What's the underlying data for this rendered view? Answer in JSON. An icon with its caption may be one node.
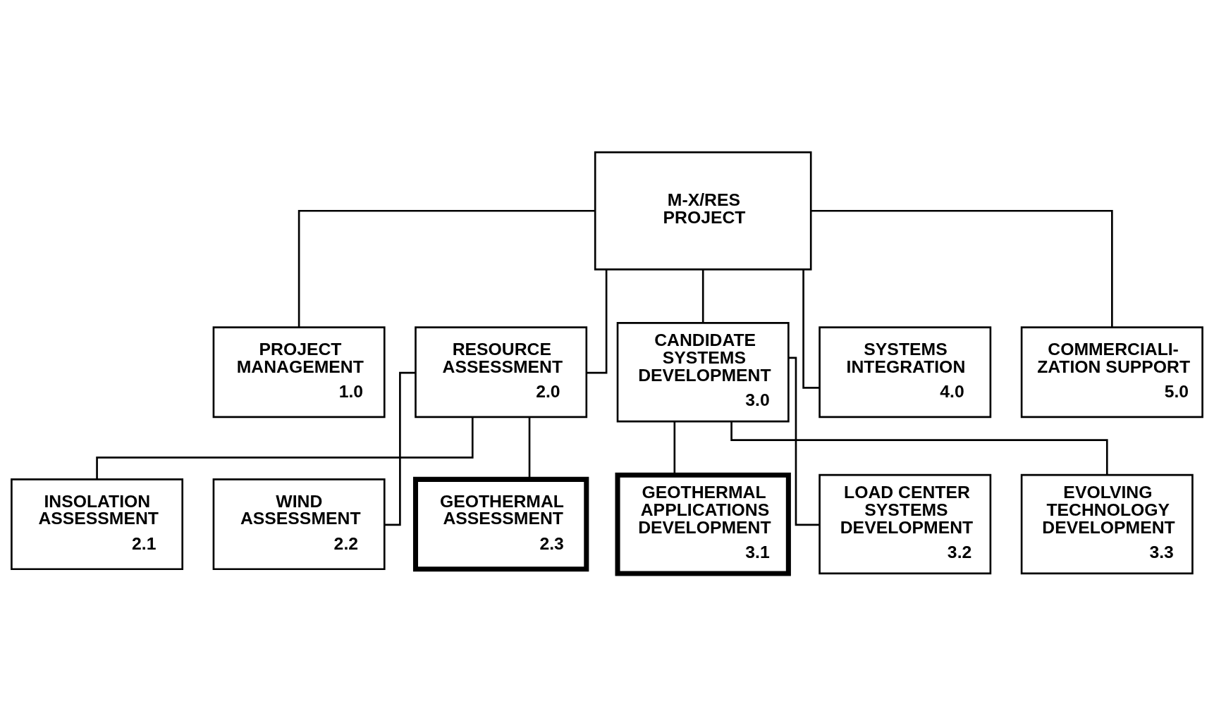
{
  "diagram": {
    "nodes": [
      {
        "text": [
          "M-X/RES PROJECT"
        ]
      },
      {
        "text": [
          "PROJECT MANAGEMENT",
          "1.0"
        ]
      },
      {
        "text": [
          "RESOURCE ASSESSMENT",
          "2.0"
        ]
      },
      {
        "text": [
          "CANDIDATE SYSTEMS DEVELOPMENT",
          "3.0"
        ]
      },
      {
        "text": [
          "SYSTEMS INTEGRATION",
          "4.0"
        ]
      },
      {
        "text": [
          "COMMERCIALI- ZATION SUPPORT",
          "5.0"
        ]
      },
      {
        "text": [
          "INSOLATION ASSESSMENT",
          "2.1"
        ]
      },
      {
        "text": [
          "WIND ASSESSMENT",
          "2.2"
        ]
      },
      {
        "text": [
          "GEOTHERMAL ASSESSMENT",
          "2.3"
        ]
      },
      {
        "text": [
          "GEOTHERMAL APPLICATIONS DEVELOPMENT",
          "3.1"
        ]
      },
      {
        "text": [
          "LOAD CENTER SYSTEMS DEVELOPMENT",
          "3.2"
        ]
      },
      {
        "text": [
          "EVOLVING TECHNOLOGY DEVELOPMENT",
          "3.3"
        ]
      }
    ],
    "edges": [
      {
        "from": 0,
        "to": 1,
        "arrow": "none"
      },
      {
        "from": 0,
        "to": 2,
        "arrow": "none"
      },
      {
        "from": 0,
        "to": 3,
        "arrow": "none"
      },
      {
        "from": 0,
        "to": 4,
        "arrow": "none"
      },
      {
        "from": 0,
        "to": 5,
        "arrow": "none"
      },
      {
        "from": 2,
        "to": 6,
        "arrow": "none"
      },
      {
        "from": 2,
        "to": 7,
        "arrow": "none"
      },
      {
        "from": 2,
        "to": 8,
        "arrow": "none"
      },
      {
        "from": 3,
        "to": 9,
        "arrow": "none"
      },
      {
        "from": 3,
        "to": 10,
        "arrow": "none"
      },
      {
        "from": 3,
        "to": 11,
        "arrow": "none"
      }
    ]
  }
}
